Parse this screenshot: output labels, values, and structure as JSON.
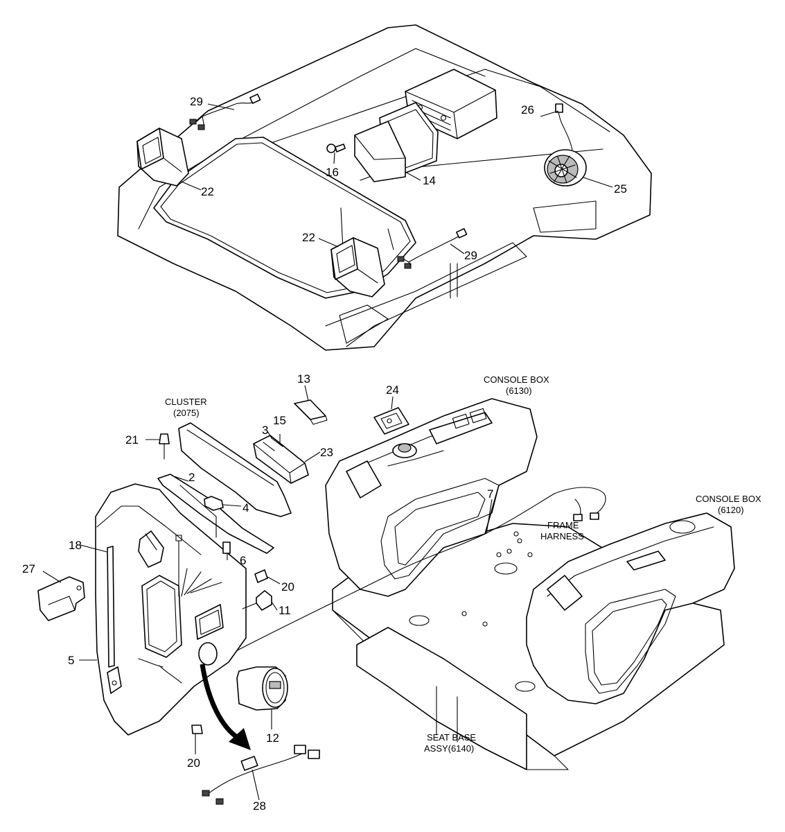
{
  "callouts": [
    {
      "id": "c29a",
      "text": "29"
    },
    {
      "id": "c22a",
      "text": "22"
    },
    {
      "id": "c16",
      "text": "16"
    },
    {
      "id": "c14",
      "text": "14"
    },
    {
      "id": "c26",
      "text": "26"
    },
    {
      "id": "c25",
      "text": "25"
    },
    {
      "id": "c22b",
      "text": "22"
    },
    {
      "id": "c29b",
      "text": "29"
    },
    {
      "id": "c13",
      "text": "13"
    },
    {
      "id": "c3",
      "text": "3"
    },
    {
      "id": "c15",
      "text": "15"
    },
    {
      "id": "c23",
      "text": "23"
    },
    {
      "id": "c24",
      "text": "24"
    },
    {
      "id": "c21",
      "text": "21"
    },
    {
      "id": "c2",
      "text": "2"
    },
    {
      "id": "c4",
      "text": "4"
    },
    {
      "id": "c6",
      "text": "6"
    },
    {
      "id": "c18",
      "text": "18"
    },
    {
      "id": "c27",
      "text": "27"
    },
    {
      "id": "c20a",
      "text": "20"
    },
    {
      "id": "c11",
      "text": "11"
    },
    {
      "id": "c5",
      "text": "5"
    },
    {
      "id": "c12",
      "text": "12"
    },
    {
      "id": "c20b",
      "text": "20"
    },
    {
      "id": "c28",
      "text": "28"
    },
    {
      "id": "c7",
      "text": "7"
    }
  ],
  "annotations": {
    "cluster": [
      "CLUSTER",
      "(2075)"
    ],
    "console_6130": [
      "CONSOLE BOX",
      "(6130)"
    ],
    "console_6120": [
      "CONSOLE BOX",
      "(6120)"
    ],
    "frame_harness": [
      "FRAME",
      "HARNESS"
    ],
    "seat_base": [
      "SEAT BASE",
      "ASSY(6140)"
    ]
  }
}
